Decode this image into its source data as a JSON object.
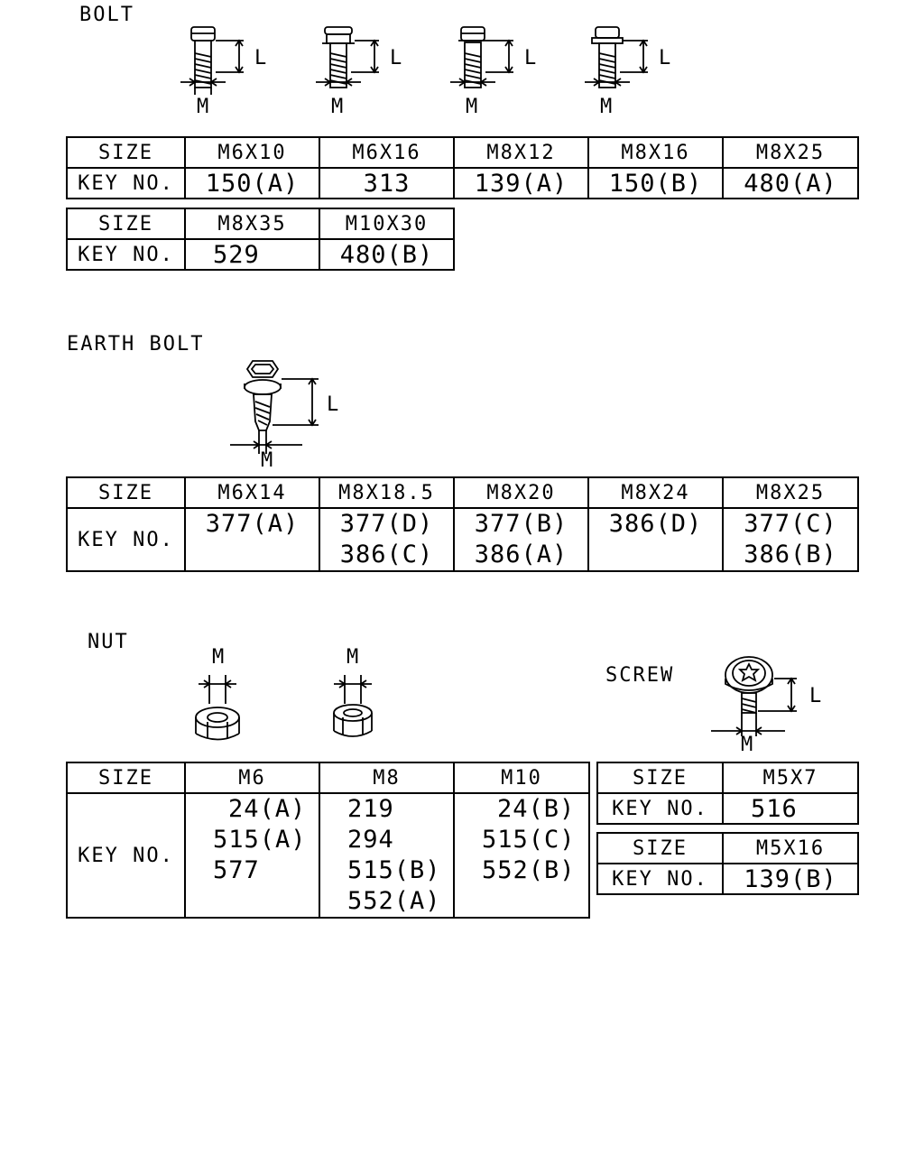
{
  "bolt": {
    "title": "BOLT",
    "dim_l": "L",
    "dim_m": "M",
    "table1": {
      "size_label": "SIZE",
      "key_label": "KEY NO.",
      "sizes": [
        "M6X10",
        "M6X16",
        "M8X12",
        "M8X16",
        "M8X25"
      ],
      "keys": [
        "150(A)",
        "313",
        "139(A)",
        "150(B)",
        "480(A)"
      ]
    },
    "table2": {
      "size_label": "SIZE",
      "key_label": "KEY NO.",
      "sizes": [
        "M8X35",
        "M10X30"
      ],
      "keys": [
        "529",
        "480(B)"
      ]
    }
  },
  "earth_bolt": {
    "title": "EARTH BOLT",
    "dim_l": "L",
    "dim_m": "M",
    "table": {
      "size_label": "SIZE",
      "key_label": "KEY NO.",
      "sizes": [
        "M6X14",
        "M8X18.5",
        "M8X20",
        "M8X24",
        "M8X25"
      ],
      "keys": [
        [
          "377(A)"
        ],
        [
          "377(D)",
          "386(C)"
        ],
        [
          "377(B)",
          "386(A)"
        ],
        [
          "386(D)"
        ],
        [
          "377(C)",
          "386(B)"
        ]
      ]
    }
  },
  "nut": {
    "title": "NUT",
    "dim_m": "M",
    "table": {
      "size_label": "SIZE",
      "key_label": "KEY NO.",
      "sizes": [
        "M6",
        "M8",
        "M10"
      ],
      "keys": [
        [
          "24(A)",
          "515(A)",
          "577"
        ],
        [
          "219",
          "294",
          "515(B)",
          "552(A)"
        ],
        [
          "24(B)",
          "515(C)",
          "552(B)"
        ]
      ]
    }
  },
  "screw": {
    "title": "SCREW",
    "dim_l": "L",
    "dim_m": "M",
    "table1": {
      "size_label": "SIZE",
      "key_label": "KEY NO.",
      "size": "M5X7",
      "key": "516"
    },
    "table2": {
      "size_label": "SIZE",
      "key_label": "KEY NO.",
      "size": "M5X16",
      "key": "139(B)"
    }
  }
}
